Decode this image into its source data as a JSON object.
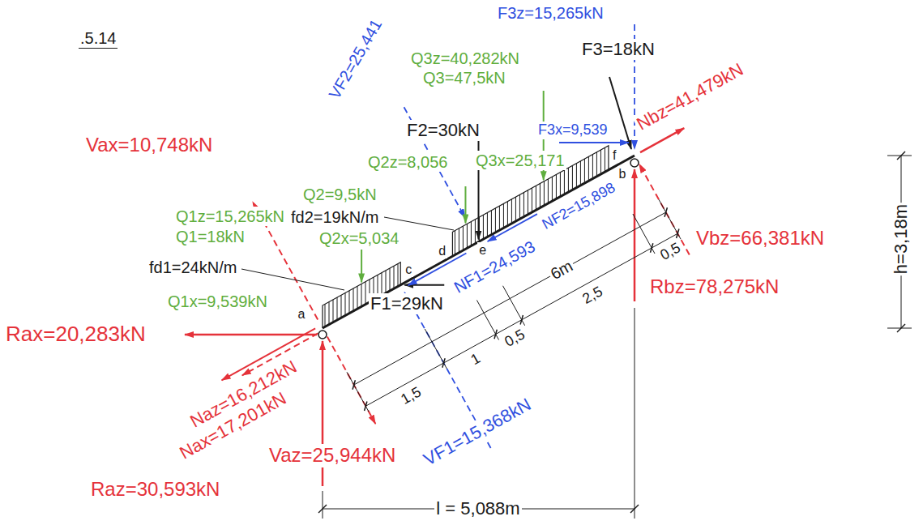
{
  "diagram": {
    "labels": [
      ".5.14",
      "F3z=15,265kN",
      "F3=18kN",
      "Nbz=41,479kN",
      "Q3z=40,282kN",
      "Q3=47,5kN",
      "VF2=25,441",
      "F2=30kN",
      "F3x=9,539",
      "Vax=10,748kN",
      "Q2z=8,056",
      "Q2=9,5kN",
      "Q3x=25,171",
      "fd2=19kN/m",
      "Q1z=15,265kN",
      "Q1=18kN",
      "Q2x=5,034",
      "fd1=24kN/m",
      "NF1=24,593",
      "NF2=15,898",
      "F1=29kN",
      "Q1x=9,539kN",
      "Rax=20,283kN",
      "Nax=17,201kN",
      "Naz=16,212kN",
      "Vaz=25,944kN",
      "Raz=30,593kN",
      "l = 5,088m",
      "h=3,18m",
      "Vbz=66,381kN",
      "Rbz=78,275kN",
      "VF1=15,368kN",
      "6m",
      "1,5",
      "1",
      "0,5",
      "2,5",
      "0,5",
      "a",
      "c",
      "d",
      "e",
      "f",
      "b"
    ]
  }
}
